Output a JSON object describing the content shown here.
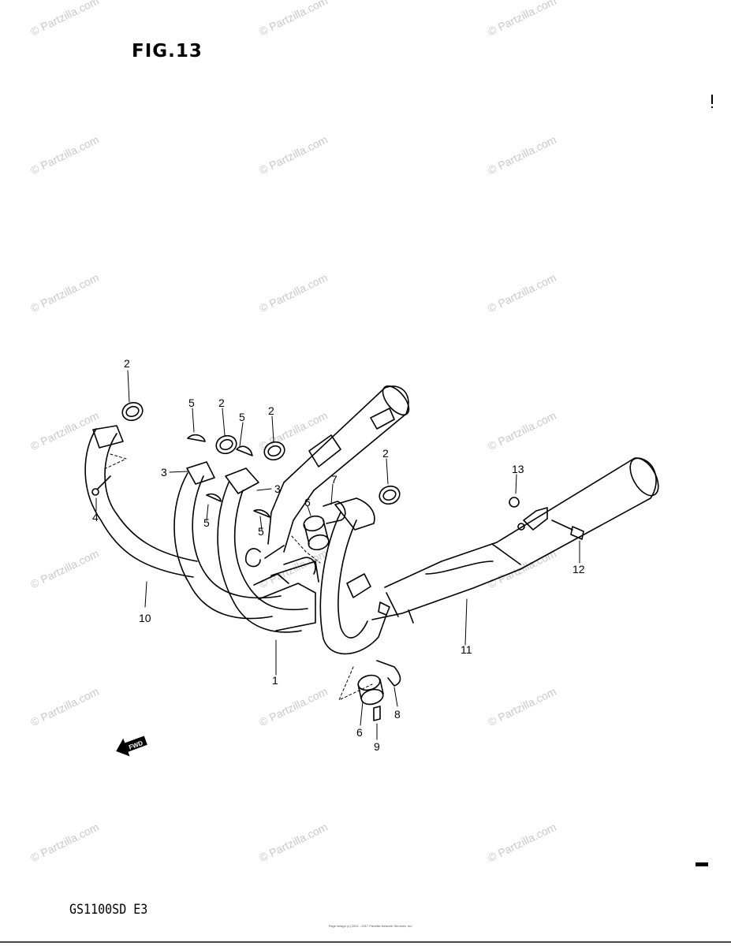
{
  "figure_title": "FIG.13",
  "model_code": "GS1100SD  E3",
  "copyright_note": "Page design (c) 2001 - 2017 Partzilla Network Services, Inc.",
  "watermark_text": "© Partzilla.com",
  "direction_badge": "FWD",
  "callouts": {
    "c1": "1",
    "c2a": "2",
    "c2b": "2",
    "c2c": "2",
    "c2d": "2",
    "c3a": "3",
    "c3b": "3",
    "c4": "4",
    "c5a": "5",
    "c5b": "5",
    "c5c": "5",
    "c5d": "5",
    "c6a": "6",
    "c6b": "6",
    "c7": "7",
    "c8": "8",
    "c9": "9",
    "c10": "10",
    "c11": "11",
    "c12": "12",
    "c13": "13"
  },
  "colors": {
    "ink": "#000000",
    "watermark": "#c9c9c9",
    "background": "#ffffff"
  }
}
